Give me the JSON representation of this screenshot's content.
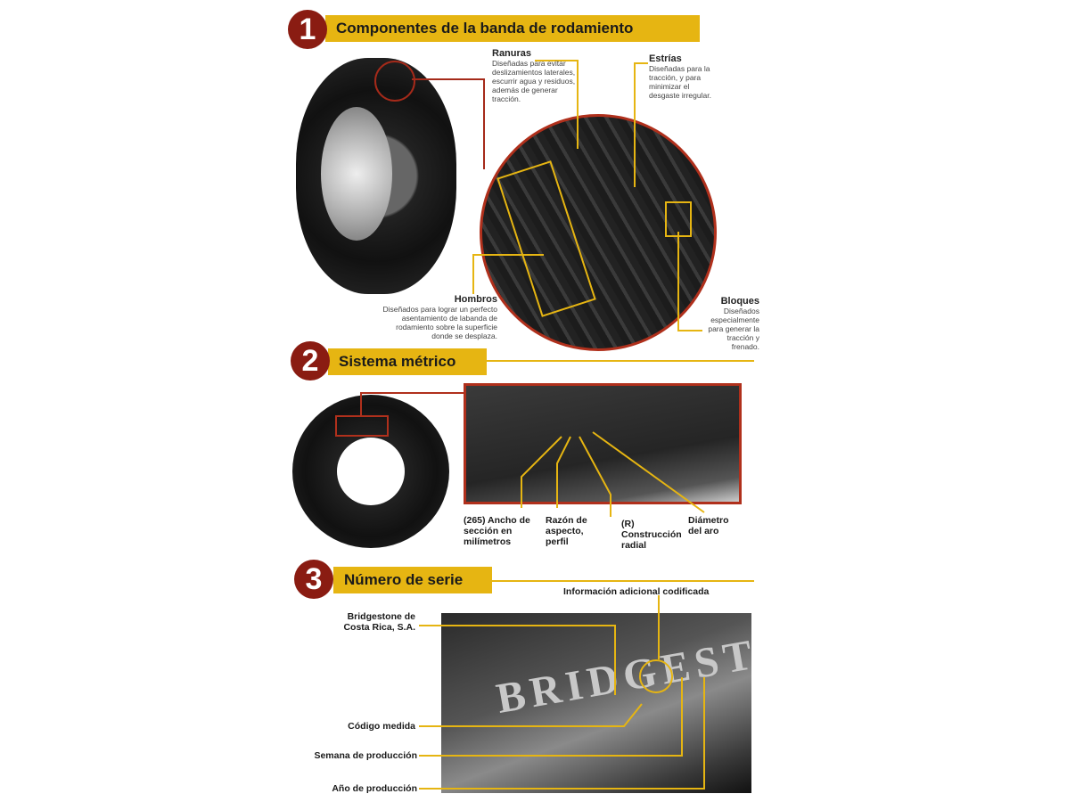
{
  "colors": {
    "accent": "#e6b512",
    "brand_red": "#8a1c12"
  },
  "sections": [
    {
      "number": "1",
      "title": "Componentes de la banda de rodamiento"
    },
    {
      "number": "2",
      "title": "Sistema métrico"
    },
    {
      "number": "3",
      "title": "Número de serie"
    }
  ],
  "tread": {
    "ranuras": {
      "title": "Ranuras",
      "desc": "Diseñadas para evitar deslizamientos laterales, escurrir agua y residuos, además de generar tracción."
    },
    "estrias": {
      "title": "Estrías",
      "desc": "Diseñadas para la tracción, y para minimizar el desgaste irregular."
    },
    "hombros": {
      "title": "Hombros",
      "desc": "Diseñados para lograr un perfecto asentamiento de labanda de rodamiento sobre la superficie donde se desplaza."
    },
    "bloques": {
      "title": "Bloques",
      "desc": "Diseñados especialmente para generar la tracción y frenado."
    }
  },
  "metric": {
    "ancho": "(265) Ancho de sección en milímetros",
    "razon": "Razón de aspecto, perfil",
    "construccion": "(R) Construcción radial",
    "diametro": "Diámetro del aro"
  },
  "serial": {
    "info": "Información adicional codificada",
    "bridgestone": "Bridgestone de Costa Rica, S.A.",
    "codigo": "Código medida",
    "semana": "Semana de producción",
    "anio": "Año de producción",
    "brand_text": "BRIDGESTO"
  }
}
